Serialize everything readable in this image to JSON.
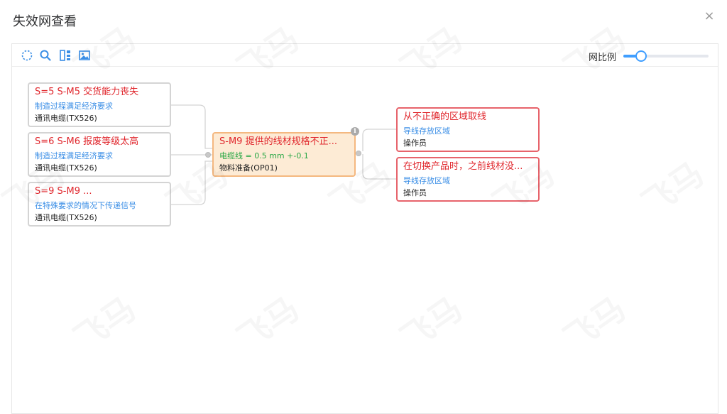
{
  "dialog": {
    "title": "失效网查看",
    "close_label": "×"
  },
  "toolbar": {
    "icons": [
      "select-circle-icon",
      "search-icon",
      "layout-icon",
      "image-icon"
    ],
    "scale_label": "网比例",
    "scale_value": 0.2
  },
  "nodes": {
    "cause_1": {
      "title": "S=5 S-M5 交货能力丧失",
      "sub": "制造过程满足经济要求",
      "foot": "通讯电缆(TX526)"
    },
    "cause_2": {
      "title": "S=6 S-M6 报废等级太高",
      "sub": "制造过程满足经济要求",
      "foot": "通讯电缆(TX526)"
    },
    "cause_3": {
      "title": "S=9 S-M9 ...",
      "sub": "在特殊要求的情况下传递信号",
      "foot": "通讯电缆(TX526)"
    },
    "center": {
      "title": "S-M9 提供的线材规格不正...",
      "sub": "电缆线 = 0.5 mm +-0.1",
      "foot": "物料准备(OP01)",
      "info": "i"
    },
    "effect_1": {
      "title": "从不正确的区域取线",
      "sub": "导线存放区域",
      "foot": "操作员"
    },
    "effect_2": {
      "title": "在切换产品时，之前线材没...",
      "sub": "导线存放区域",
      "foot": "操作员"
    }
  },
  "colors": {
    "accent": "#409eff",
    "failure_text": "#e0262c",
    "function_text": "#3a8ee6",
    "characteristic_text": "#28a745",
    "focus_fill": "#fdebd5",
    "focus_border": "#f4b880",
    "effect_border": "#e7636b"
  },
  "watermark": "飞马"
}
